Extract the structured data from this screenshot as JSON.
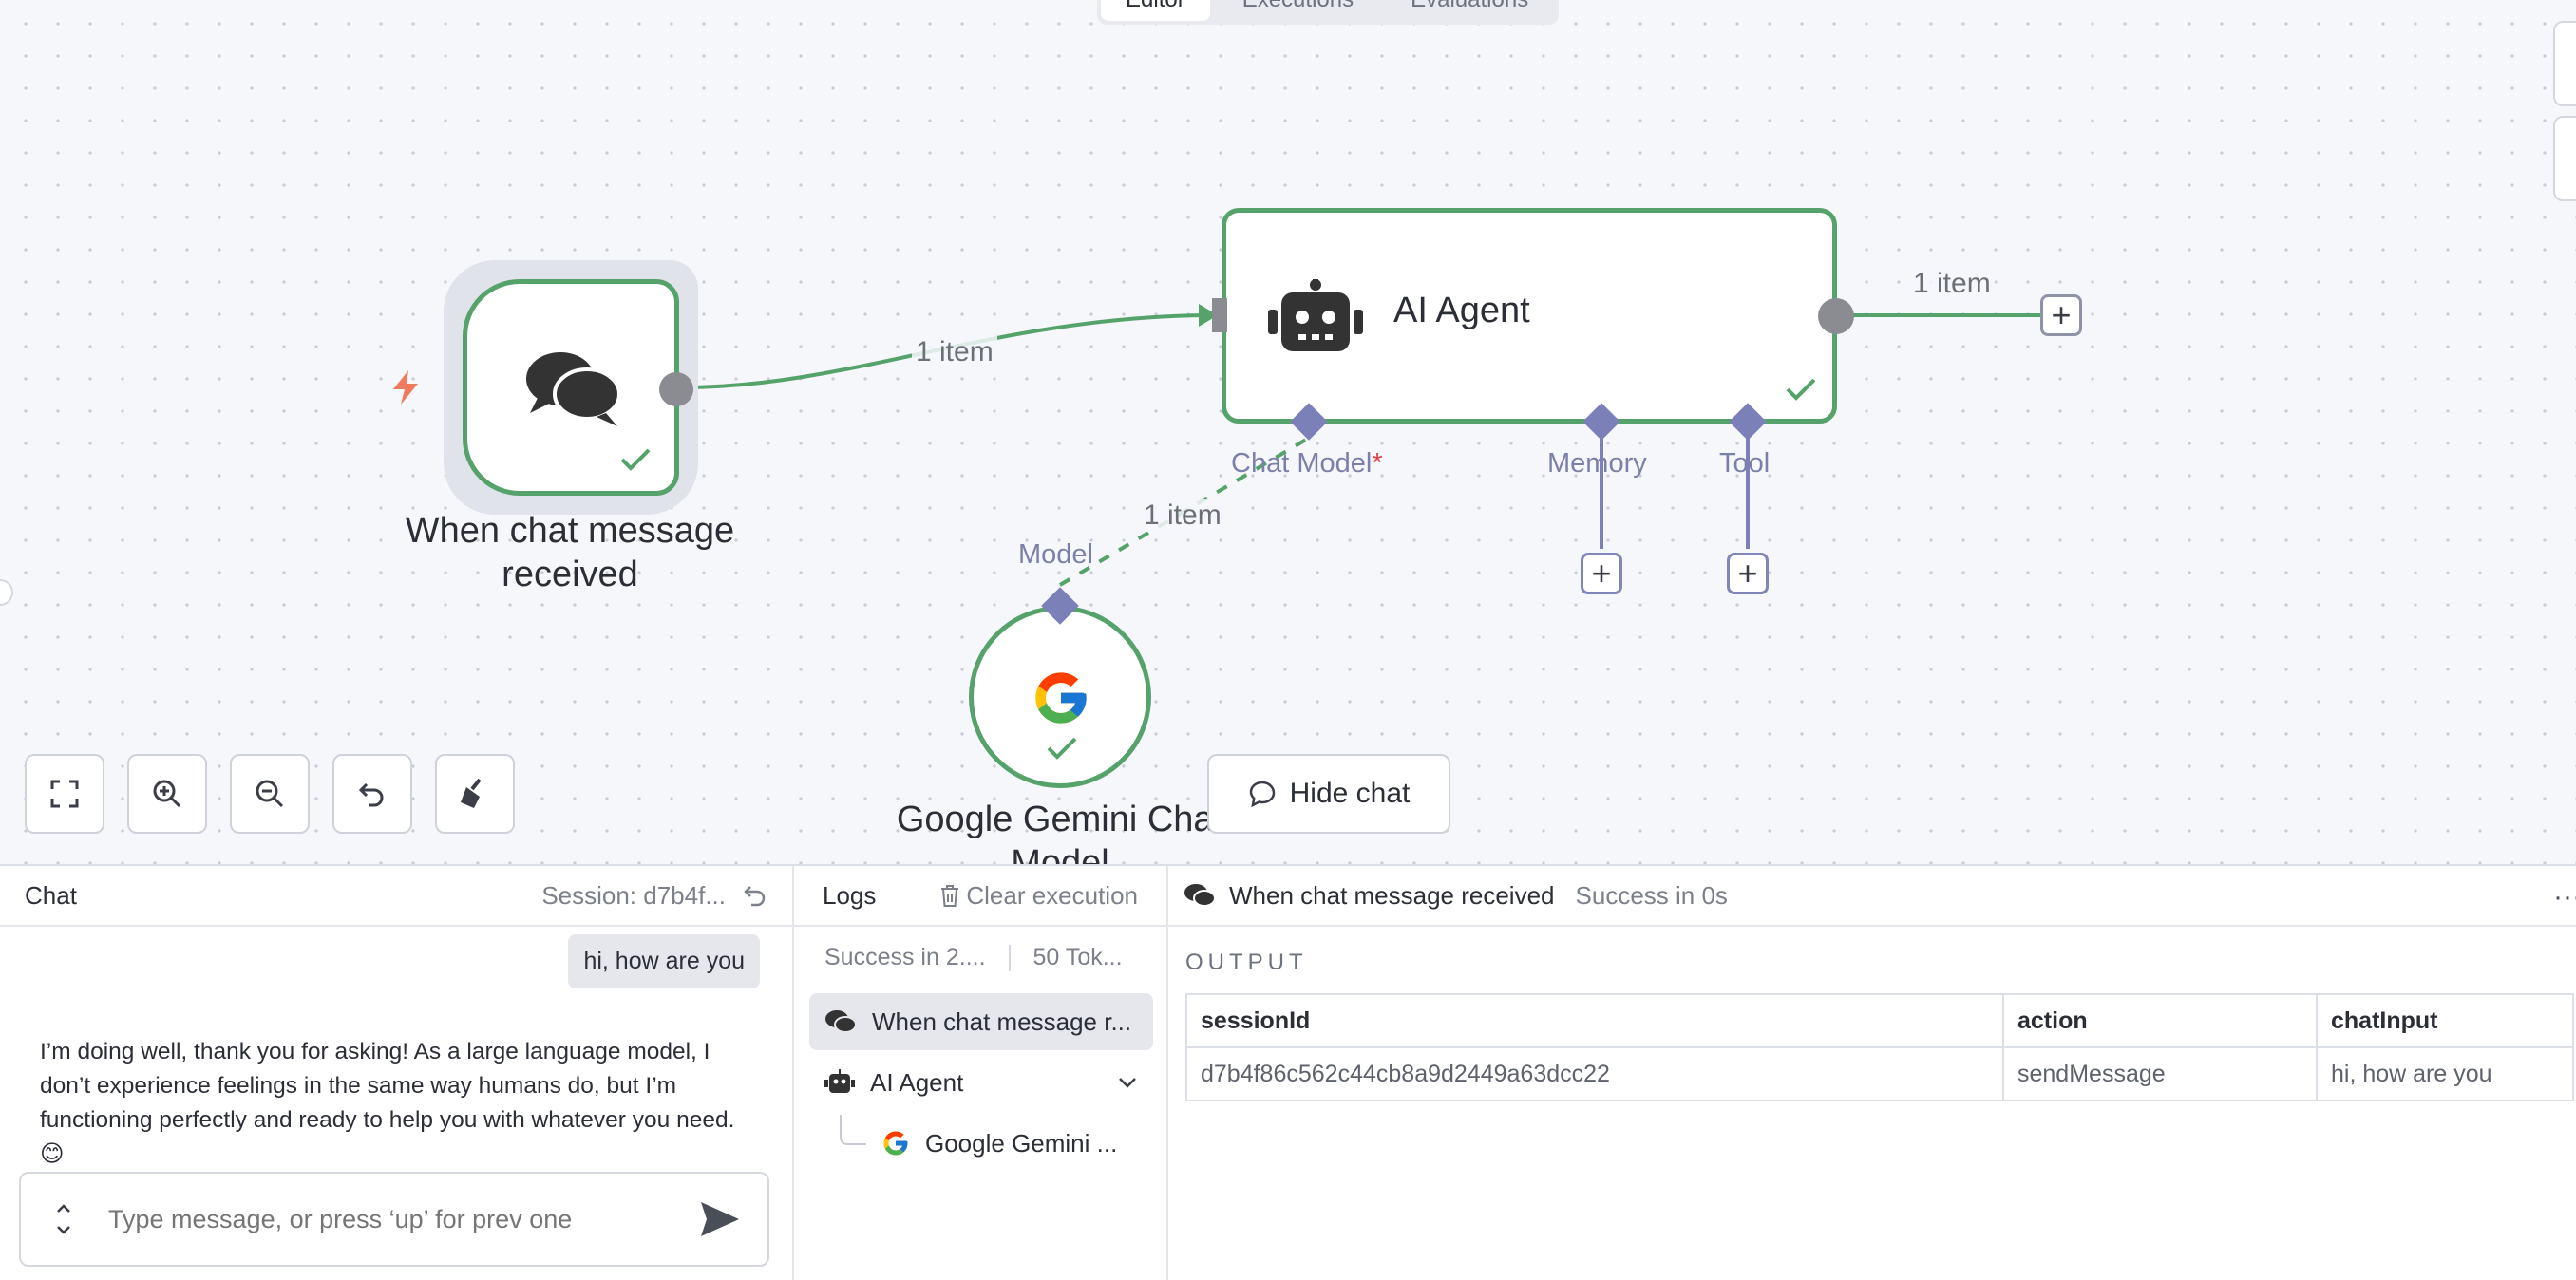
{
  "top_tabs": [
    "Editor",
    "Executions",
    "Evaluations"
  ],
  "nodes": {
    "trigger": {
      "label_line1": "When chat message",
      "label_line2": "received"
    },
    "agent": {
      "label": "AI Agent"
    },
    "gemini": {
      "label_line1": "Google Gemini Chat",
      "label_line2": "Model"
    }
  },
  "connections": {
    "trigger_to_agent": "1 item",
    "agent_output": "1 item",
    "model_to_agent": "1 item"
  },
  "ports": {
    "chat_model": "Chat Model",
    "required_mark": "*",
    "memory": "Memory",
    "tool": "Tool",
    "model": "Model"
  },
  "canvas_controls": {
    "hide_chat": "Hide chat"
  },
  "chat": {
    "title": "Chat",
    "session": "Session: d7b4f...",
    "user_message": "hi, how are you",
    "bot_message": "I’m doing well, thank you for asking! As a large language model, I don’t experience feelings in the same way humans do, but I’m functioning perfectly and ready to help you with whatever you need. 😊",
    "input_placeholder": "Type message, or press ‘up’ for prev one"
  },
  "logs": {
    "title": "Logs",
    "clear_label": "Clear execution",
    "status": "Success in 2....",
    "tokens": "50 Tok...",
    "items": [
      {
        "label": "When chat message r...",
        "icon": "chat-icon"
      },
      {
        "label": "AI Agent",
        "icon": "robot-icon"
      },
      {
        "label": "Google Gemini ...",
        "icon": "google-icon"
      }
    ]
  },
  "output": {
    "node_title": "When chat message received",
    "status": "Success in 0s",
    "section_label": "OUTPUT",
    "columns": [
      "sessionId",
      "action",
      "chatInput"
    ],
    "rows": [
      [
        "d7b4f86c562c44cb8a9d2449a63dcc22",
        "sendMessage",
        "hi, how are you"
      ]
    ]
  },
  "colors": {
    "success_green": "#55a36b",
    "port_purple": "#7b80b8",
    "node_grey": "#8a8c92",
    "trigger_bolt": "#ef7a5d"
  }
}
